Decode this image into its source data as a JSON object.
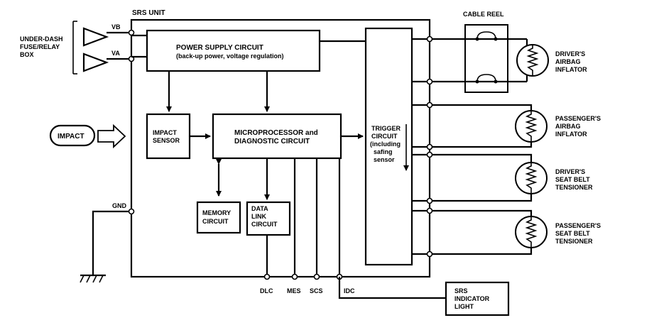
{
  "diagram": {
    "unit_label": "SRS UNIT",
    "source": {
      "line1": "UNDER-DASH",
      "line2": "FUSE/RELAY",
      "line3": "BOX"
    },
    "inputs": {
      "vb": "VB",
      "va": "VA",
      "gnd": "GND"
    },
    "impact": "IMPACT",
    "power_supply": {
      "title": "POWER SUPPLY CIRCUIT",
      "subtitle": "(back-up power, voltage regulation)"
    },
    "impact_sensor": {
      "line1": "IMPACT",
      "line2": "SENSOR"
    },
    "microprocessor": {
      "line1": "MICROPROCESSOR and",
      "line2": "DIAGNOSTIC CIRCUIT"
    },
    "memory": {
      "line1": "MEMORY",
      "line2": "CIRCUIT"
    },
    "data_link": {
      "line1": "DATA",
      "line2": "LINK",
      "line3": "CIRCUIT"
    },
    "trigger": {
      "line1": "TRIGGER",
      "line2": "CIRCUIT",
      "line3": "(including",
      "line4": "safing",
      "line5": "sensor"
    },
    "cable_reel": "CABLE REEL",
    "outputs": [
      {
        "line1": "DRIVER'S",
        "line2": "AIRBAG",
        "line3": "INFLATOR"
      },
      {
        "line1": "PASSENGER'S",
        "line2": "AIRBAG",
        "line3": "INFLATOR"
      },
      {
        "line1": "DRIVER'S",
        "line2": "SEAT BELT",
        "line3": "TENSIONER"
      },
      {
        "line1": "PASSENGER'S",
        "line2": "SEAT BELT",
        "line3": "TENSIONER"
      }
    ],
    "terminals": {
      "dlc": "DLC",
      "mes": "MES",
      "scs": "SCS",
      "idc": "IDC"
    },
    "indicator": {
      "line1": "SRS",
      "line2": "INDICATOR",
      "line3": "LIGHT"
    }
  }
}
